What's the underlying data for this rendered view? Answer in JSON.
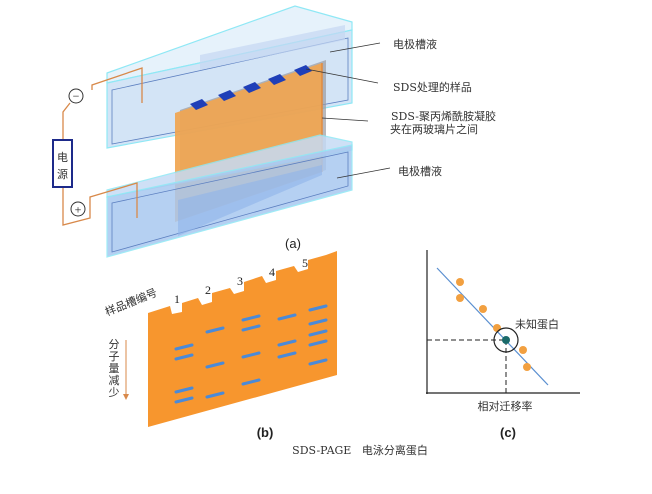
{
  "panel_a": {
    "label": "(a)",
    "upper_buffer": "电极槽液",
    "samples": "SDS处理的样品",
    "gel_line1": "SDS-聚丙烯酰胺凝胶",
    "gel_line2": "夹在两玻璃片之间",
    "lower_buffer": "电极槽液",
    "power_line1": "电",
    "power_line2": "源",
    "negative": "−",
    "positive": "+"
  },
  "panel_b": {
    "label": "(b)",
    "wells_label": "样品槽编号",
    "mw_label": [
      "分",
      "子",
      "量",
      "减",
      "少"
    ],
    "lanes": [
      {
        "number": "1",
        "bands": 4
      },
      {
        "number": "2",
        "bands": 3
      },
      {
        "number": "3",
        "bands": 4
      },
      {
        "number": "4",
        "bands": 3
      },
      {
        "number": "5",
        "bands": 5
      }
    ]
  },
  "panel_c": {
    "label": "(c)",
    "unknown_label": "未知蛋白",
    "xlabel": "相对迁移率"
  },
  "caption": "SDS-PAGE   电泳分离蛋白",
  "colors": {
    "gel": "#f5a040",
    "band": "#4a8ad8",
    "sample": "#1f3fb8",
    "tank": "#cfe2f7",
    "glass": "#7fe0f0",
    "wire": "#d8894a",
    "dot": "#f2a040",
    "unknown": "#1a6a6a"
  }
}
